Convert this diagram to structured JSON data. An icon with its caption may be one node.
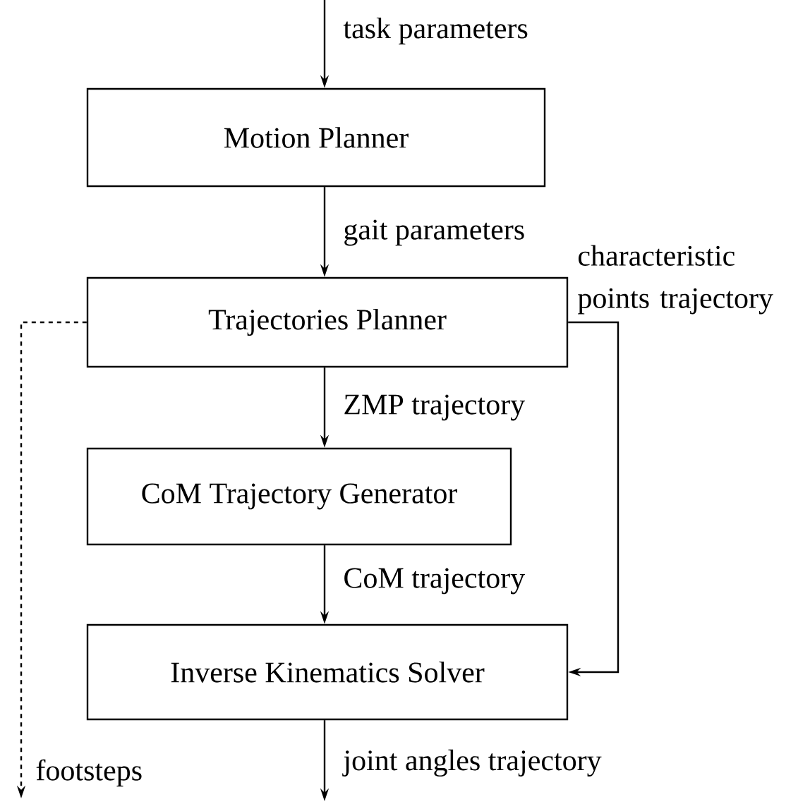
{
  "diagram": {
    "nodes": [
      {
        "text": [
          "Motion Planner"
        ]
      },
      {
        "text": [
          "Trajectories Planner"
        ]
      },
      {
        "text": [
          "CoM Trajectory Generator"
        ]
      },
      {
        "text": [
          "Inverse Kinematics Solver"
        ]
      }
    ],
    "edges": [
      {
        "from": null,
        "to": 0,
        "arrow": "to",
        "label": "task parameters"
      },
      {
        "from": 0,
        "to": 1,
        "arrow": "to",
        "label": "gait parameters"
      },
      {
        "from": 1,
        "to": 2,
        "arrow": "to",
        "label": "ZMP trajectory"
      },
      {
        "from": 2,
        "to": 3,
        "arrow": "to",
        "label": "CoM trajectory"
      },
      {
        "from": 3,
        "to": null,
        "arrow": "to",
        "label": "joint angles trajectory"
      },
      {
        "from": 1,
        "to": 3,
        "arrow": "to",
        "label": "characteristic points trajectory"
      },
      {
        "from": 1,
        "to": null,
        "arrow": "to",
        "label": "footsteps",
        "style": "dashed"
      }
    ]
  }
}
